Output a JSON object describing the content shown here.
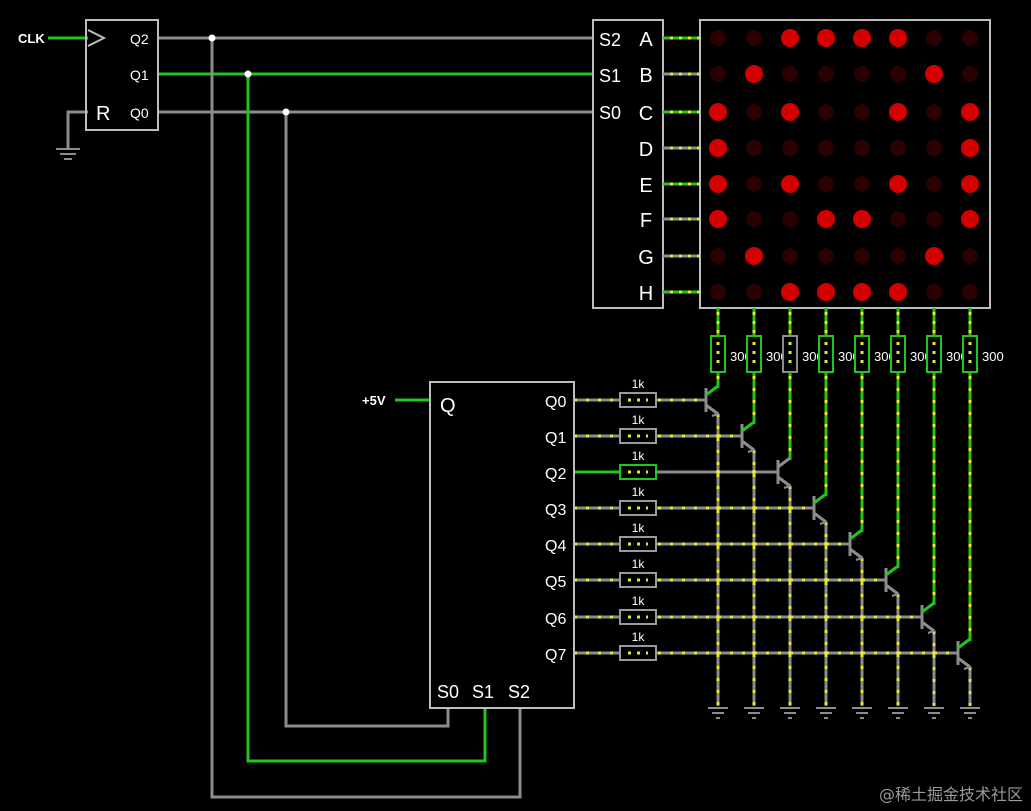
{
  "colors": {
    "background": "#000000",
    "wire_gray": "#8c8c8c",
    "wire_green": "#22c41e",
    "current_dot": "#e8e832",
    "led_on": "#d40000",
    "led_off": "#2a0000",
    "box_stroke": "#bdbdbd"
  },
  "counter": {
    "clk_label": "CLK",
    "reset_label": "R",
    "outputs": [
      "Q2",
      "Q1",
      "Q0"
    ]
  },
  "row_decoder": {
    "inputs": [
      "S2",
      "S1",
      "S0"
    ],
    "outputs": [
      "A",
      "B",
      "C",
      "D",
      "E",
      "F",
      "G",
      "H"
    ]
  },
  "column_decoder": {
    "supply_label": "+5V",
    "enable_label": "Q",
    "outputs": [
      "Q0",
      "Q1",
      "Q2",
      "Q3",
      "Q4",
      "Q5",
      "Q6",
      "Q7"
    ],
    "selects": [
      "S0",
      "S1",
      "S2"
    ]
  },
  "column_resistor_label": "300",
  "base_resistor_label": "1k",
  "led_matrix": {
    "rows": [
      [
        0,
        0,
        1,
        1,
        1,
        1,
        0,
        0
      ],
      [
        0,
        1,
        0,
        0,
        0,
        0,
        1,
        0
      ],
      [
        1,
        0,
        1,
        0,
        0,
        1,
        0,
        1
      ],
      [
        1,
        0,
        0,
        0,
        0,
        0,
        0,
        1
      ],
      [
        1,
        0,
        1,
        0,
        0,
        1,
        0,
        1
      ],
      [
        1,
        0,
        0,
        1,
        1,
        0,
        0,
        1
      ],
      [
        0,
        1,
        0,
        0,
        0,
        0,
        1,
        0
      ],
      [
        0,
        0,
        1,
        1,
        1,
        1,
        0,
        0
      ]
    ]
  },
  "watermark": "@稀土掘金技术社区"
}
